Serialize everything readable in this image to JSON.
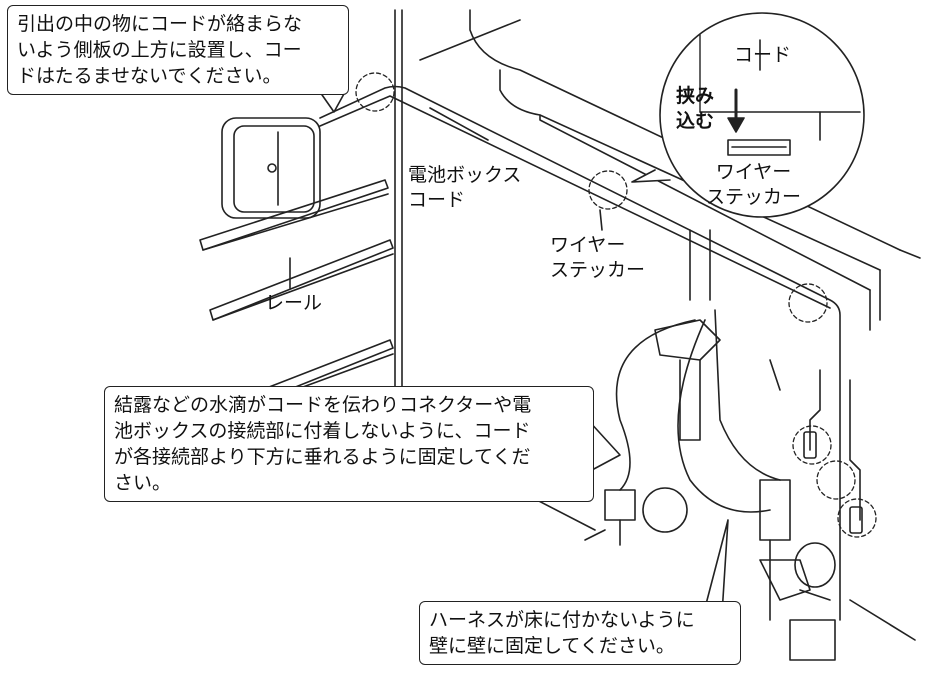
{
  "callouts": {
    "top_left": "引出の中の物にコードが絡まらな\nいよう側板の上方に設置し、コー\nドはたるませないでください。",
    "middle": "結露などの水滴がコードを伝わりコネクターや電\n池ボックスの接続部に付着しないように、コード\nが各接続部より下方に垂れるように固定してくだ\nさい。",
    "bottom": "ハーネスが床に付かないように\n壁に壁に固定してください。"
  },
  "labels": {
    "battery_box_cord": "電池ボックス\nコード",
    "rail": "レール",
    "wire_sticker_middle": "ワイヤー\nステッカー",
    "detail_cord": "コード",
    "detail_insert": "挟み\n込む",
    "detail_wire_sticker": "ワイヤー\nステッカー"
  },
  "colors": {
    "line": "#222222",
    "background": "#ffffff"
  }
}
